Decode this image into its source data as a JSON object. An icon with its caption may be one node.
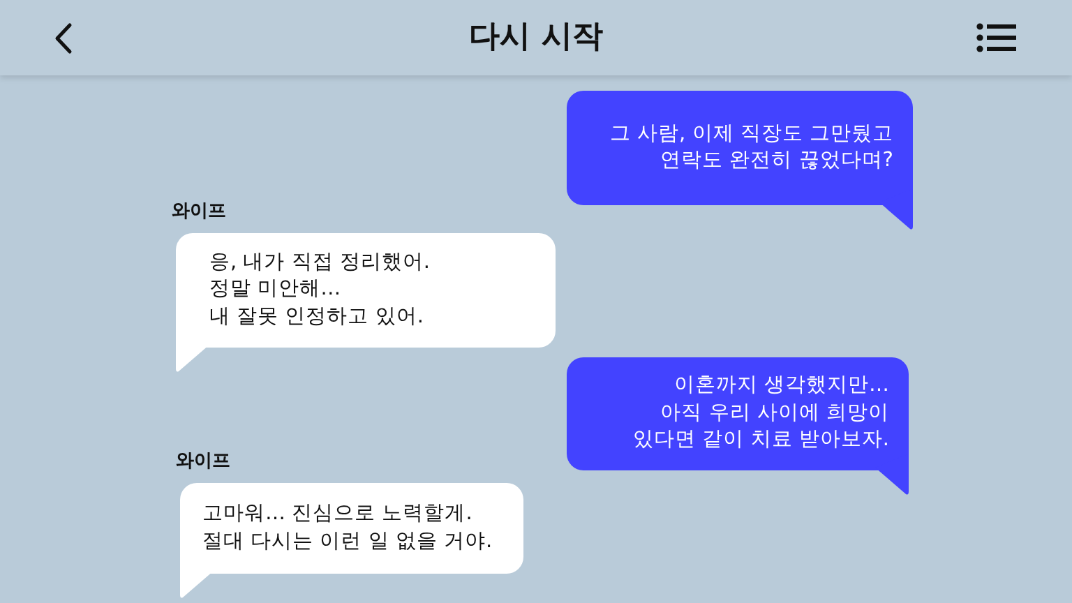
{
  "diagram": {
    "title": "다시 시작",
    "nodes": [
      {
        "text": [
          "그 사람, 이제 직장도 그만뒀고 연락도 완전히 끊었다며?"
        ]
      },
      {
        "text": [
          "응, 내가 직접 정리했어.",
          "정말 미안해…",
          "내 잘못 인정하고 있어."
        ],
        "beside": [
          "와이프"
        ]
      },
      {
        "text": [
          "이혼까지 생각했지만…",
          "아직 우리 사이에 희망이 있다면 같이 치료 받아보자."
        ]
      },
      {
        "text": [
          "고마워… 진심으로 노력할게.",
          "절대 다시는 이런 일 없을 거야."
        ],
        "beside": [
          "와이프"
        ]
      }
    ],
    "edges": []
  }
}
